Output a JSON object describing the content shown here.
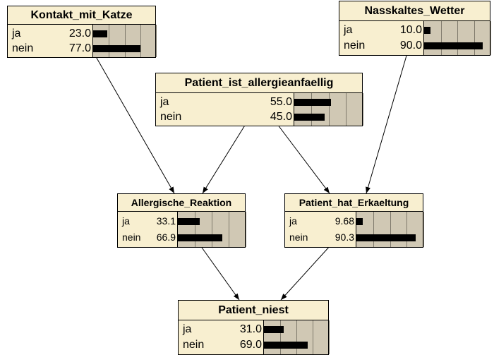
{
  "nodes": [
    {
      "id": "kontakt",
      "title": "Kontakt_mit_Katze",
      "rows": [
        {
          "state": "ja",
          "value": "23.0",
          "pct": 23.0
        },
        {
          "state": "nein",
          "value": "77.0",
          "pct": 77.0
        }
      ]
    },
    {
      "id": "wetter",
      "title": "Nasskaltes_Wetter",
      "rows": [
        {
          "state": "ja",
          "value": "10.0",
          "pct": 10.0
        },
        {
          "state": "nein",
          "value": "90.0",
          "pct": 90.0
        }
      ]
    },
    {
      "id": "allergie",
      "title": "Patient_ist_allergieanfaellig",
      "rows": [
        {
          "state": "ja",
          "value": "55.0",
          "pct": 55.0
        },
        {
          "state": "nein",
          "value": "45.0",
          "pct": 45.0
        }
      ]
    },
    {
      "id": "reaktion",
      "title": "Allergische_Reaktion",
      "rows": [
        {
          "state": "ja",
          "value": "33.1",
          "pct": 33.1
        },
        {
          "state": "nein",
          "value": "66.9",
          "pct": 66.9
        }
      ]
    },
    {
      "id": "erkaeltung",
      "title": "Patient_hat_Erkaeltung",
      "rows": [
        {
          "state": "ja",
          "value": "9.68",
          "pct": 9.68
        },
        {
          "state": "nein",
          "value": "90.3",
          "pct": 90.3
        }
      ]
    },
    {
      "id": "niest",
      "title": "Patient_niest",
      "rows": [
        {
          "state": "ja",
          "value": "31.0",
          "pct": 31.0
        },
        {
          "state": "nein",
          "value": "69.0",
          "pct": 69.0
        }
      ]
    }
  ],
  "edges": [
    {
      "from": "kontakt",
      "to": "reaktion"
    },
    {
      "from": "allergie",
      "to": "reaktion"
    },
    {
      "from": "allergie",
      "to": "erkaeltung"
    },
    {
      "from": "wetter",
      "to": "erkaeltung"
    },
    {
      "from": "reaktion",
      "to": "niest"
    },
    {
      "from": "erkaeltung",
      "to": "niest"
    }
  ],
  "colors": {
    "title_bg": "#f8efd0",
    "bar_panel": "#d0c8b4",
    "bar": "#000000",
    "line": "#000000"
  }
}
